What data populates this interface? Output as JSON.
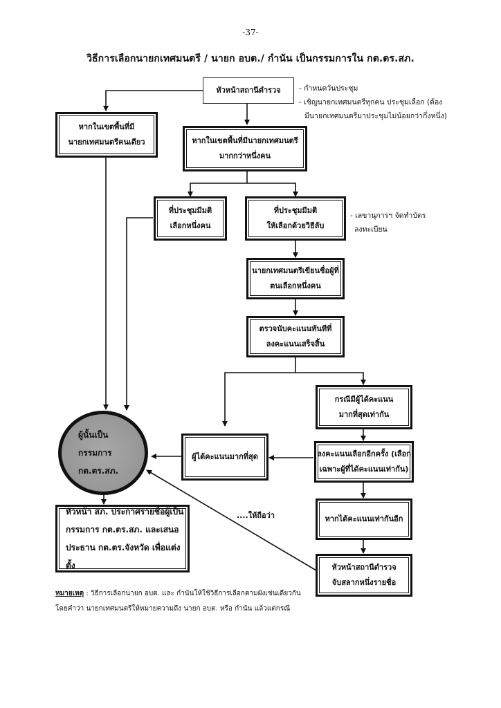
{
  "page_number": "-37-",
  "title": "วิธีการเลือกนายกเทศมนตรี / นายก อบต./ กำนัน  เป็นกรรมการใน กต.ตร.สภ.",
  "nodes": {
    "station_head": {
      "lines": [
        "หัวหน้าสถานีตำรวจ"
      ]
    },
    "single_mayor": {
      "lines": [
        "หากในเขตพื้นที่มี",
        "นายกเทศมนตรีคนเดียว"
      ]
    },
    "multi_mayor": {
      "lines": [
        "หากในเขตพื้นที่มีนายกเทศมนตรี",
        "มากกว่าหนึ่งคน"
      ]
    },
    "resolve_one": {
      "lines": [
        "ที่ประชุมมีมติ",
        "เลือกหนึ่งคน"
      ]
    },
    "resolve_secret": {
      "lines": [
        "ที่ประชุมมีมติ",
        "ให้เลือกด้วยวิธีลับ"
      ]
    },
    "write_name": {
      "lines": [
        "นายกเทศมนตรีเขียนชื่อผู้ที่",
        "ตนเลือกหนึ่งคน"
      ]
    },
    "count_votes": {
      "lines": [
        "ตรวจนับคะแนนทันทีที่",
        "ลงคะแนนเสร็จสิ้น"
      ]
    },
    "tie_case": {
      "lines": [
        "กรณีมีผู้ได้คะแนน",
        "มากที่สุดเท่ากัน"
      ]
    },
    "revote": {
      "lines": [
        "ลงคะแนนเลือกอีกครั้ง (เลือก",
        "เฉพาะผู้ที่ได้คะแนนเท่ากัน)"
      ]
    },
    "tie_again": {
      "lines": [
        "หากได้คะแนนเท่ากันอีก"
      ]
    },
    "draw_lots": {
      "lines": [
        "หัวหน้าสถานีตำรวจ",
        "จับสลากหนึ่งรายชื่อ"
      ]
    },
    "most_votes": {
      "lines": [
        "ผู้ได้คะแนนมากที่สุด"
      ]
    },
    "member": {
      "lines": [
        "ผู้นั้นเป็น",
        "กรรมการ",
        "กต.ตร.สภ."
      ]
    },
    "announce": {
      "lines": [
        "หัวหน้า สภ. ประกาศรายชื่อผู้เป็น",
        "กรรมการ กต.ตร.สภ. และเสนอ",
        "ประธาน กต.ตร.จังหวัด เพื่อแต่งตั้ง"
      ]
    }
  },
  "notes": {
    "meeting": [
      "- กำหนดวันประชุม",
      "- เชิญนายกเทศมนตรีทุกคน ประชุมเลือก (ต้อง",
      "มีนายกเทศมนตรีมาประชุมไม่น้อยกว่ากึ่งหนึ่ง)"
    ],
    "secretary": [
      "- เลขานุการฯ จัดทำบัตร",
      "ลงทะเบียน"
    ]
  },
  "edge_labels": {
    "deemed": "....ให้ถือว่า"
  },
  "footnote": {
    "label": "หมายเหตุ",
    "lines": [
      " : วิธีการเลือกนายก อบต. และ กำนันให้ใช้วิธีการเลือกตามผังเช่นเดียวกัน",
      "โดยคำว่า นายกเทศมนตรีให้หมายความถึง นายก อบต. หรือ กำนัน แล้วแต่กรณี"
    ]
  },
  "colors": {
    "line": "#111111",
    "circle_fill": "#9a9a9a",
    "background": "#ffffff"
  }
}
